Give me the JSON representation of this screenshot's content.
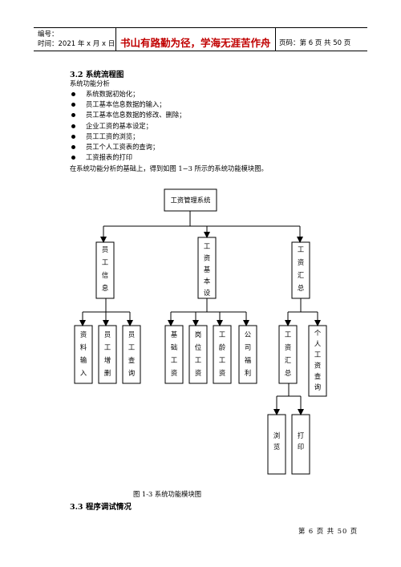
{
  "header": {
    "number_label": "编号：",
    "time_label": "时间：2021 年 x 月 x 日",
    "motto": "书山有路勤为径，学海无涯苦作舟",
    "page_label": "页码：第 6 页  共 50 页"
  },
  "section_32": {
    "heading": "3.2 系统流程图",
    "subheading": "系统功能分析",
    "bullets": [
      "系统数据初始化；",
      "员工基本信息数据的输入；",
      "员工基本信息数据的修改、删除；",
      "企业工资的基本设定；",
      "员工工资的浏览；",
      "员工个人工资表的查询；",
      "工资报表的打印"
    ],
    "intro": "在系统功能分析的基础上，得到如图 1−3 所示的系统功能模块图。"
  },
  "diagram": {
    "root": "工资管理系统",
    "level1": [
      "员工信息",
      "工资基本设",
      "工资汇总"
    ],
    "level2_employee": [
      "资料输入",
      "员工增删",
      "员工查询"
    ],
    "level2_salary_setup": [
      "基础工资",
      "岗位工资",
      "工龄工资",
      "公司福利"
    ],
    "level2_summary": [
      "工资汇总",
      "个人工资查询"
    ],
    "level3_summary": [
      "浏览",
      "打印"
    ],
    "caption": "图 1-3 系统功能模块图"
  },
  "section_33": {
    "heading": "3.3 程序调试情况"
  },
  "footer": {
    "page_text": "第 6 页 共 50 页"
  }
}
